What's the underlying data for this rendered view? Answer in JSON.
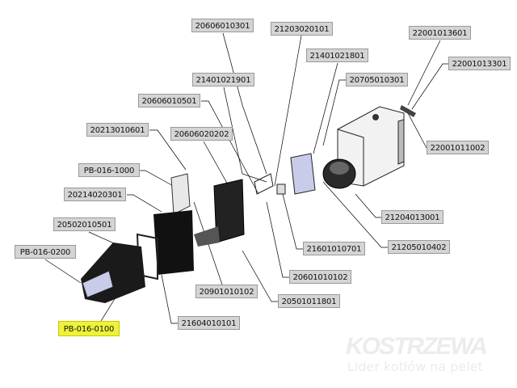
{
  "labels": [
    {
      "id": "20606010301",
      "text": "20606010301"
    },
    {
      "id": "21203020101",
      "text": "21203020101"
    },
    {
      "id": "22001013601",
      "text": "22001013601"
    },
    {
      "id": "21401021801",
      "text": "21401021801"
    },
    {
      "id": "22001013301",
      "text": "22001013301"
    },
    {
      "id": "20705010301",
      "text": "20705010301"
    },
    {
      "id": "21401021901",
      "text": "21401021901"
    },
    {
      "id": "20606010501",
      "text": "20606010501"
    },
    {
      "id": "20213010601",
      "text": "20213010601"
    },
    {
      "id": "20606020202",
      "text": "20606020202"
    },
    {
      "id": "22001011002",
      "text": "22001011002"
    },
    {
      "id": "PB-016-1000",
      "text": "PB-016-1000"
    },
    {
      "id": "20214020301",
      "text": "20214020301"
    },
    {
      "id": "21204013001",
      "text": "21204013001"
    },
    {
      "id": "20502010501",
      "text": "20502010501"
    },
    {
      "id": "21601010701",
      "text": "21601010701"
    },
    {
      "id": "21205010402",
      "text": "21205010402"
    },
    {
      "id": "PB-016-0200",
      "text": "PB-016-0200"
    },
    {
      "id": "20601010102",
      "text": "20601010102"
    },
    {
      "id": "20901010102",
      "text": "20901010102"
    },
    {
      "id": "20501011801",
      "text": "20501011801"
    },
    {
      "id": "PB-016-0100",
      "text": "PB-016-0100",
      "highlighted": true
    },
    {
      "id": "21604010101",
      "text": "21604010101"
    }
  ],
  "watermark": {
    "brand": "KOSTRZEWA",
    "tagline": "Lider kotłów na pelet"
  },
  "colors": {
    "label_bg": "#d4d4d4",
    "highlight": "#eef23a"
  }
}
